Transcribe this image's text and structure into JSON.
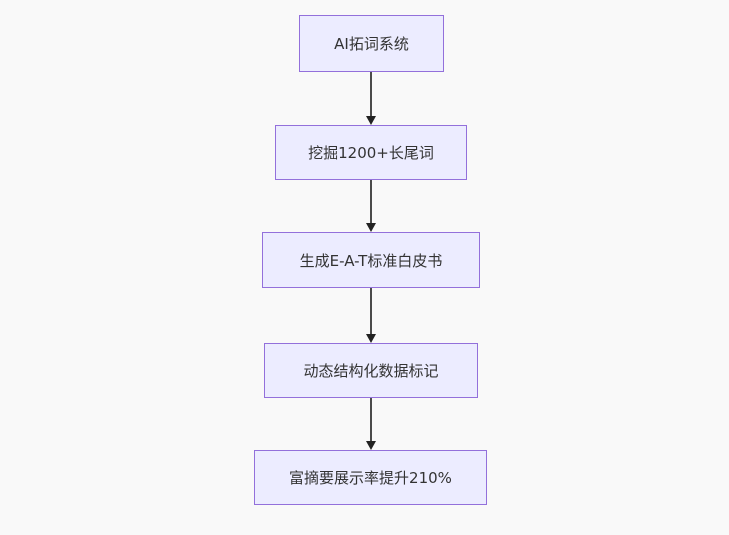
{
  "diagram": {
    "type": "flowchart",
    "direction": "top-down",
    "nodes": [
      {
        "id": "A",
        "label": "AI拓词系统"
      },
      {
        "id": "B",
        "label": "挖掘1200+长尾词"
      },
      {
        "id": "C",
        "label": "生成E-A-T标准白皮书"
      },
      {
        "id": "D",
        "label": "动态结构化数据标记"
      },
      {
        "id": "E",
        "label": "富摘要展示率提升210%"
      }
    ],
    "edges": [
      {
        "from": "A",
        "to": "B"
      },
      {
        "from": "B",
        "to": "C"
      },
      {
        "from": "C",
        "to": "D"
      },
      {
        "from": "D",
        "to": "E"
      }
    ],
    "colors": {
      "node_fill": "#ececff",
      "node_border": "#9370db",
      "edge_line": "#4b4b4b",
      "edge_arrowhead": "#222222",
      "text": "#333333",
      "background": "#f9f9f9"
    }
  }
}
